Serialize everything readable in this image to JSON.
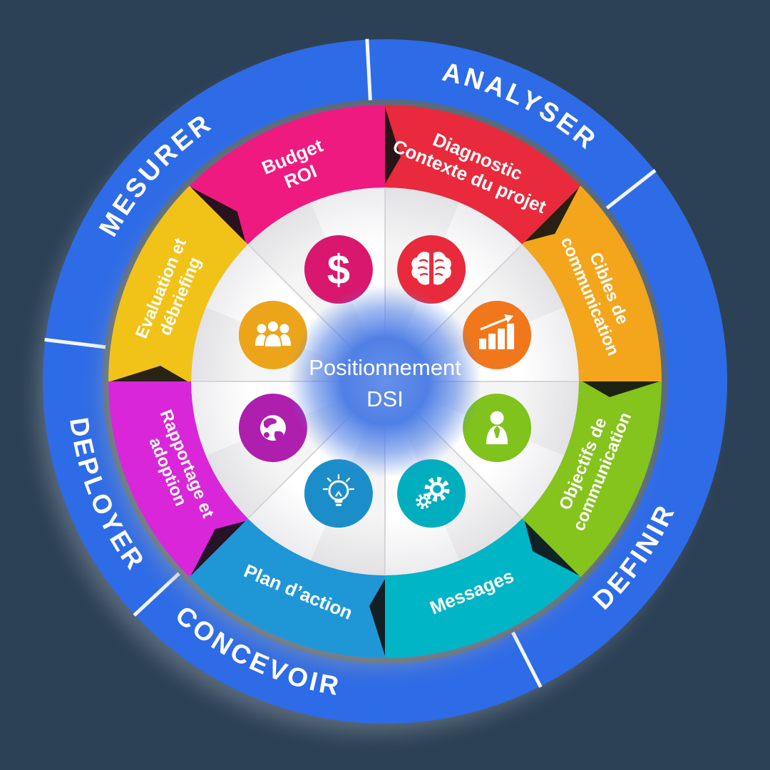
{
  "background_color": "#2d4156",
  "ring": {
    "color": "#2e6be6",
    "separator_color": "#f2f6fb",
    "phases": [
      {
        "label": "ANALYSER"
      },
      {
        "label": "DEFINIR"
      },
      {
        "label": "CONCEVOIR"
      },
      {
        "label": "DEPLOYER"
      },
      {
        "label": "MESURER"
      }
    ]
  },
  "center": {
    "color": "#4d7ce4",
    "line1": "Positionnement",
    "line2": "DSI"
  },
  "icons": {
    "dollar_glyph": "$"
  },
  "segments": [
    {
      "name": "diagnostic",
      "icon": "brain-icon",
      "petal_color": "#e82a3c",
      "icon_color": "#e82a3c",
      "lines": [
        "Diagnostic",
        "Contexte du projet"
      ]
    },
    {
      "name": "cibles",
      "icon": "bar-chart-icon",
      "petal_color": "#f3a51b",
      "icon_color": "#f0771c",
      "lines": [
        "Cibles de",
        "communication"
      ]
    },
    {
      "name": "objectifs",
      "icon": "person-icon",
      "petal_color": "#85c31d",
      "icon_color": "#7fc31c",
      "lines": [
        "Objectifs de",
        "communication"
      ]
    },
    {
      "name": "messages",
      "icon": "gears-icon",
      "petal_color": "#00b5c6",
      "icon_color": "#00aebe",
      "lines": [
        "Messages",
        ""
      ]
    },
    {
      "name": "plan-action",
      "icon": "lightbulb-icon",
      "petal_color": "#1f97d6",
      "icon_color": "#1b8ec9",
      "lines": [
        "Plan d’action",
        ""
      ]
    },
    {
      "name": "rapportage",
      "icon": "globe-icon",
      "petal_color": "#d926d9",
      "icon_color": "#ae1fae",
      "lines": [
        "Rapportage et",
        "adoption"
      ]
    },
    {
      "name": "evaluation",
      "icon": "team-icon",
      "petal_color": "#f1c319",
      "icon_color": "#eca51a",
      "lines": [
        "Evaluation et",
        "débriefing"
      ]
    },
    {
      "name": "budget",
      "icon": "dollar-icon",
      "petal_color": "#ee1a80",
      "icon_color": "#d9176e",
      "lines": [
        "Budget",
        "ROI"
      ]
    }
  ]
}
